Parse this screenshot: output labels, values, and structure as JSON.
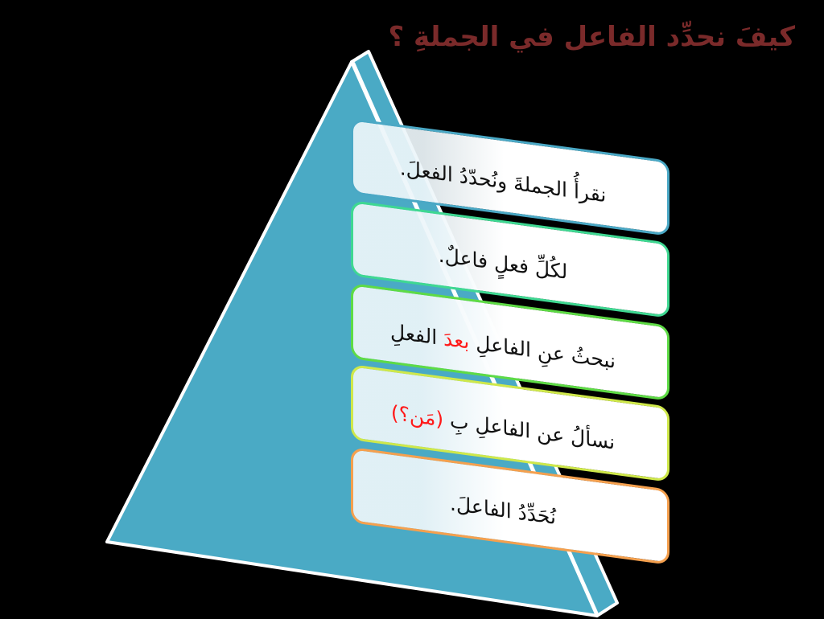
{
  "title": "كيفَ نحدِّد الفاعل في الجملةِ ؟",
  "colors": {
    "background": "#000000",
    "title": "#7a2a2a",
    "pyramid_fill": "#4aaac5",
    "pyramid_edge": "#ffffff",
    "highlight": "#ff1a1a"
  },
  "steps": [
    {
      "order": 1,
      "border_color": "#4aa8c5",
      "text": "نقرأُ الجملةَ ونُحدّدُ الفعلَ."
    },
    {
      "order": 2,
      "border_color": "#3fd892",
      "text": "لكُلِّ فعلٍ فاعلٌ."
    },
    {
      "order": 3,
      "border_color": "#5edb45",
      "text_before": "نبحثُ عنِ الفاعلِ ",
      "text_highlight": "بعدَ",
      "text_after": " الفعلِ"
    },
    {
      "order": 4,
      "border_color": "#cfe84a",
      "text_before": "نسألُ عن الفاعلِ بِ ",
      "text_highlight": "(مَن؟)"
    },
    {
      "order": 5,
      "border_color": "#f5a04e",
      "text": "نُحَدِّدُ الفاعلَ."
    }
  ]
}
